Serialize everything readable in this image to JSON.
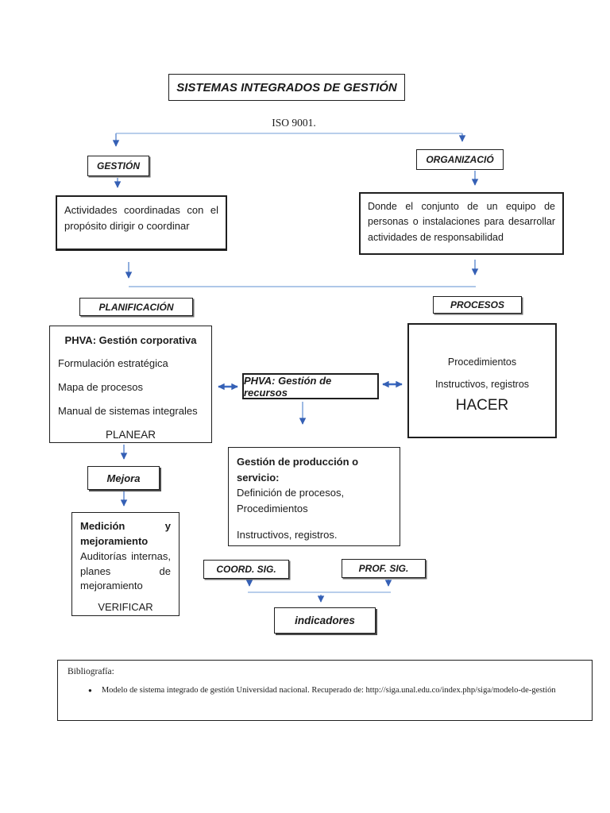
{
  "page": {
    "title": "SISTEMAS INTEGRADOS DE GESTIÓN",
    "standard_label": "ISO 9001."
  },
  "nodes": {
    "gestion": {
      "label": "GESTIÓN",
      "description": "Actividades coordinadas con el propósito dirigir o coordinar"
    },
    "organizacion": {
      "label": "ORGANIZACIÓ",
      "description": "Donde el conjunto de un equipo de personas o instalaciones para desarrollar actividades de responsabilidad"
    },
    "planificacion": {
      "label": "PLANIFICACIÓN"
    },
    "procesos": {
      "label": "PROCESOS"
    },
    "phva_corporativa": {
      "title": "PHVA: Gestión corporativa",
      "items": [
        "Formulación estratégica",
        "Mapa de procesos",
        "Manual de sistemas integrales"
      ],
      "phase": "PLANEAR"
    },
    "phva_recursos": {
      "label": "PHVA: Gestión de recursos"
    },
    "procesos_detalle": {
      "lines": [
        "Procedimientos",
        "Instructivos, registros"
      ],
      "phase": "HACER"
    },
    "produccion": {
      "title": "Gestión de producción o servicio:",
      "lines": [
        "Definición de procesos,",
        "Procedimientos",
        "Instructivos, registros."
      ]
    },
    "mejora": {
      "label": "Mejora"
    },
    "medicion": {
      "title": "Medición y mejoramiento",
      "body": "Auditorías internas, planes de mejoramiento",
      "phase": "VERIFICAR"
    },
    "coord_sig": {
      "label": "COORD. SIG."
    },
    "prof_sig": {
      "label": "PROF. SIG."
    },
    "indicadores": {
      "label": "indicadores"
    }
  },
  "bibliography": {
    "heading": "Bibliografía:",
    "bullet": "●",
    "items": [
      "Modelo de sistema integrado de gestión Universidad nacional. Recuperado de: http://siga.unal.edu.co/index.php/siga/modelo-de-gestión"
    ]
  },
  "colors": {
    "connector_light": "#aec7e8",
    "connector": "#7d9fd9",
    "arrowhead": "#3560b5",
    "double_arrow": "#3f6dc4",
    "box_border": "#1f1f1f"
  }
}
